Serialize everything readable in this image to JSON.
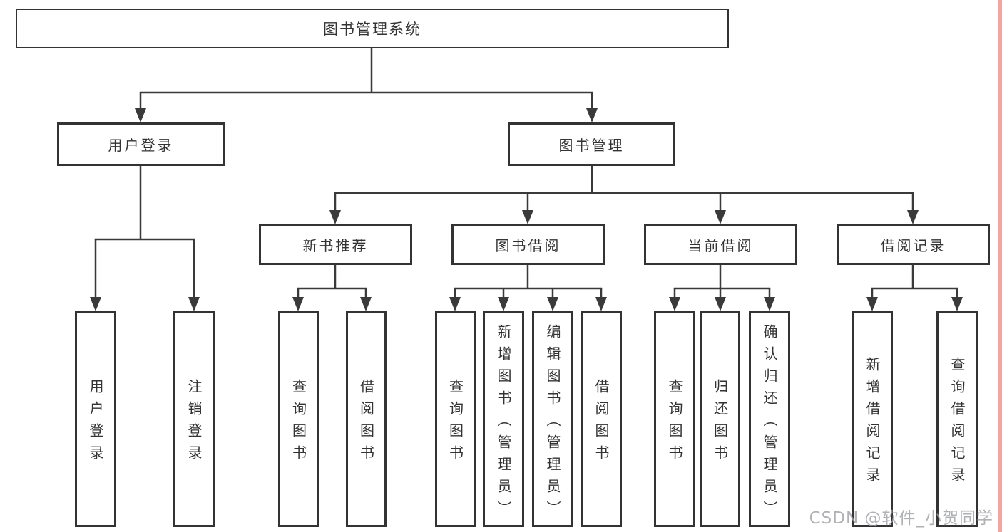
{
  "title": "图书管理系统",
  "level2": {
    "user_login": "用户登录",
    "book_management": "图书管理"
  },
  "level3": {
    "new_book_recommend": "新书推荐",
    "book_borrowing": "图书借阅",
    "current_borrowing": "当前借阅",
    "borrowing_records": "借阅记录"
  },
  "leaves": {
    "user_login_leaf": "用户登录",
    "logout": "注销登录",
    "nb_query": "查询图书",
    "nb_borrow": "借阅图书",
    "bb_query": "查询图书",
    "bb_add": "新增图书（管理员）",
    "bb_edit": "编辑图书（管理员）",
    "bb_borrow": "借阅图书",
    "cb_query": "查询图书",
    "cb_return": "归还图书",
    "cb_confirm": "确认归还（管理员）",
    "br_add": "新增借阅记录",
    "br_query": "查询借阅记录"
  },
  "watermark": "CSDN @软件_小贺同学",
  "colors": {
    "line": "#3a3a3a",
    "edge_strip": "#f3a6a0"
  }
}
